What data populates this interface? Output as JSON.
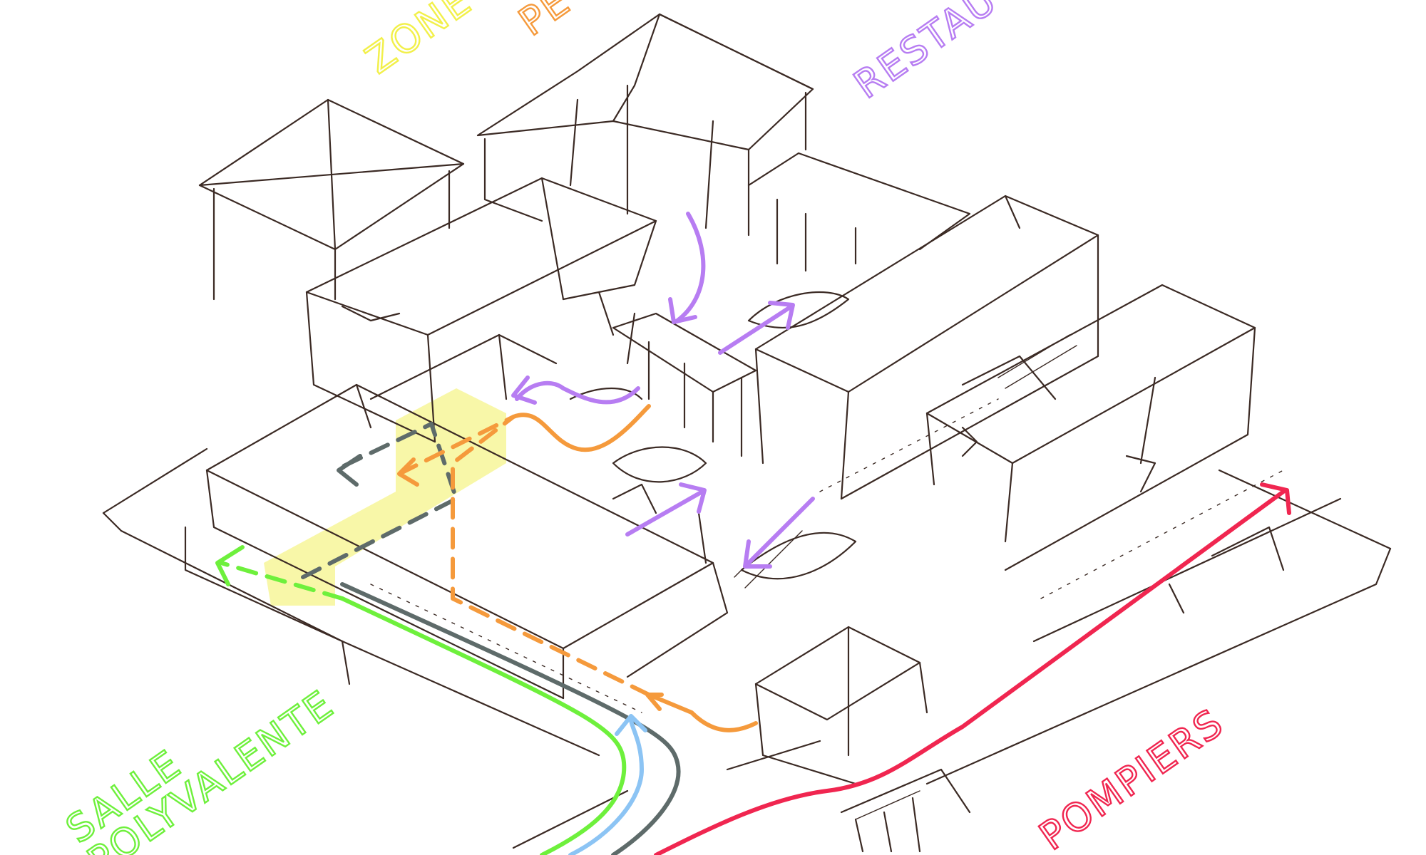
{
  "labels": {
    "zone": "ZONE",
    "personnel": "PE",
    "restaurant": "RESTAU",
    "salle_1": "SALLE",
    "salle_2": "POLYVALENTE",
    "pompiers": "POMPIERS"
  },
  "colors": {
    "ink": "#3b2a24",
    "zone": "#f2f04a",
    "personnel": "#f59a3c",
    "restaurant": "#b77df2",
    "salle": "#6ef03c",
    "pompiers": "#f02650",
    "service_grey": "#5e6b6a",
    "visitors_blue": "#8cc4f4",
    "highlight": "#f2f060"
  },
  "icons": {
    "arrow": "arrowhead-icon"
  }
}
